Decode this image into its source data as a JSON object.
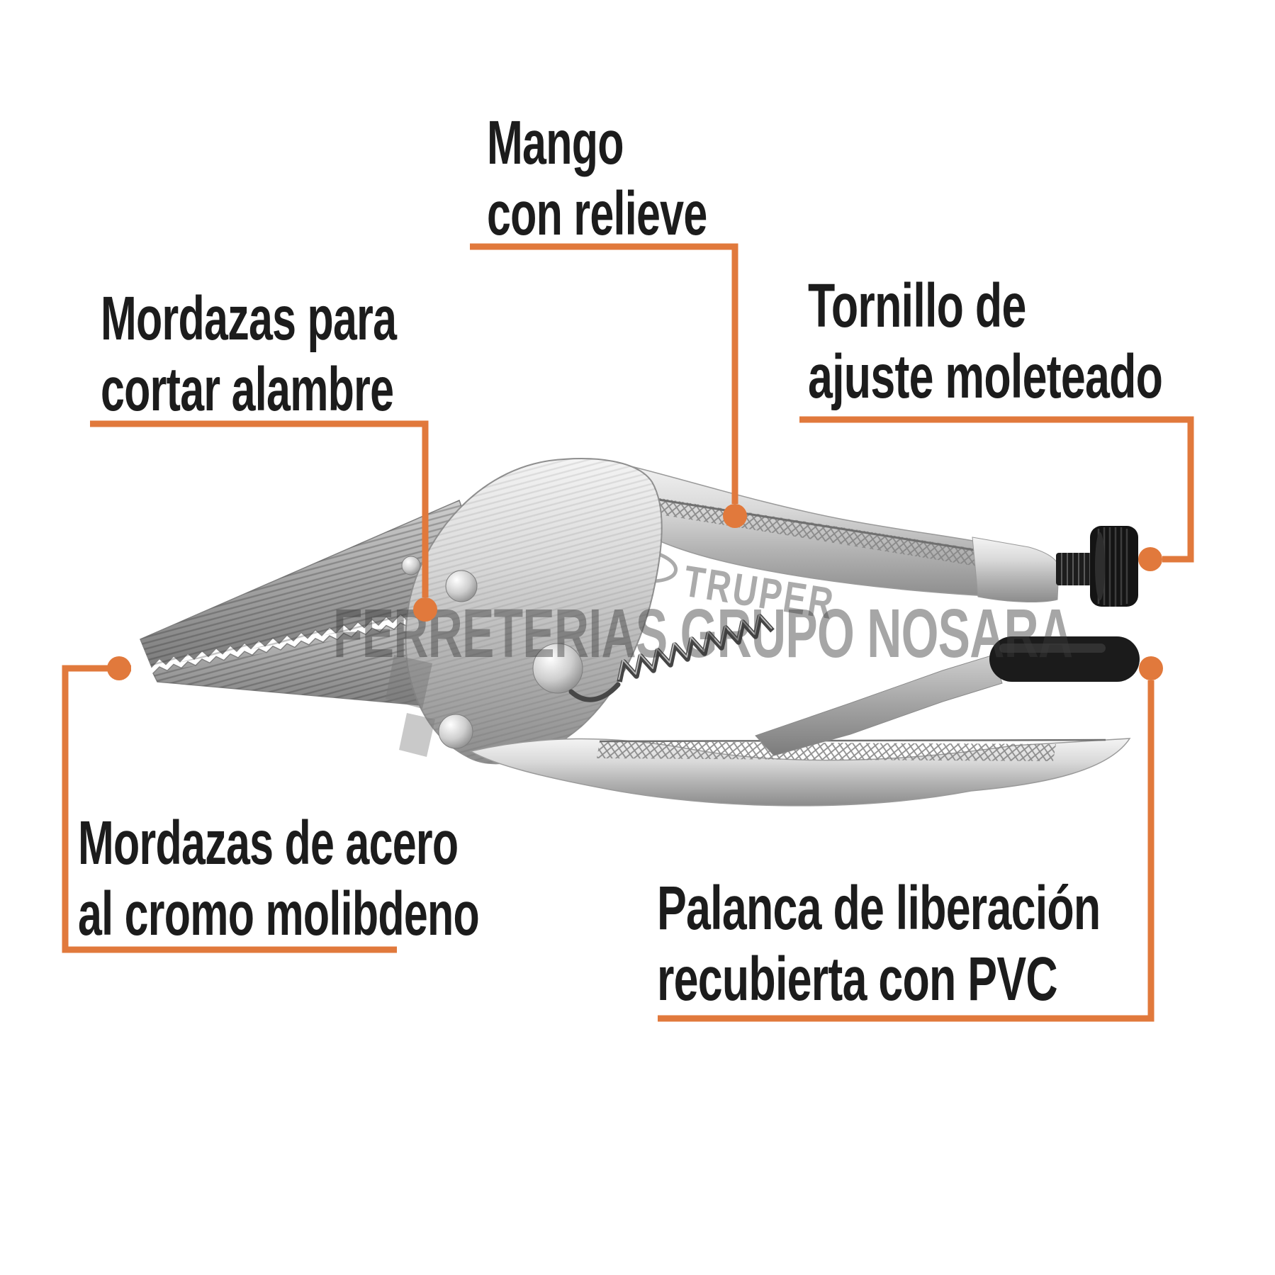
{
  "colors": {
    "accent": "#E1793C",
    "label_text": "#1C1C1C",
    "watermark": "#3C3C3C",
    "background": "#FFFFFF"
  },
  "watermark": {
    "text": "FERRETERIAS GRUPO NOSARA"
  },
  "brand": {
    "logo_text": "TRUPER"
  },
  "labels": {
    "mango": {
      "lines": [
        "Mango",
        "con relieve"
      ]
    },
    "mordazas_cortar": {
      "lines": [
        "Mordazas para",
        "cortar alambre"
      ]
    },
    "tornillo": {
      "lines": [
        "Tornillo de",
        "ajuste moleteado"
      ]
    },
    "mordazas_acero": {
      "lines": [
        "Mordazas de acero",
        "al cromo molibdeno"
      ]
    },
    "palanca": {
      "lines": [
        "Palanca de liberación",
        "recubierta con PVC"
      ]
    }
  }
}
